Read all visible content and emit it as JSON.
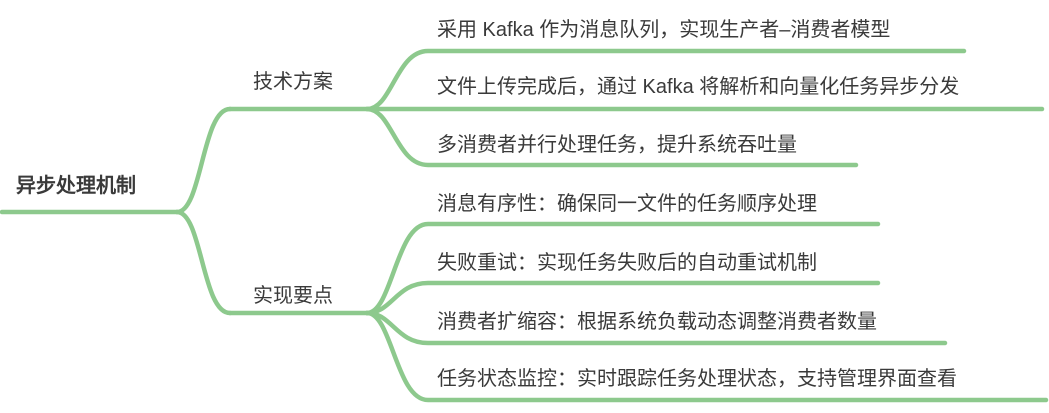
{
  "colors": {
    "line_green": "#8DC98D",
    "text_dark": "#3A3A3A",
    "background": "#FFFFFF"
  },
  "mindmap": {
    "root": {
      "label": "异步处理机制"
    },
    "branches": [
      {
        "label": "技术方案",
        "children": [
          {
            "label": "采用 Kafka 作为消息队列，实现生产者–消费者模型"
          },
          {
            "label": "文件上传完成后，通过 Kafka 将解析和向量化任务异步分发"
          },
          {
            "label": "多消费者并行处理任务，提升系统吞吐量"
          }
        ]
      },
      {
        "label": "实现要点",
        "children": [
          {
            "label": "消息有序性：确保同一文件的任务顺序处理"
          },
          {
            "label": "失败重试：实现任务失败后的自动重试机制"
          },
          {
            "label": "消费者扩缩容：根据系统负载动态调整消费者数量"
          },
          {
            "label": "任务状态监控：实时跟踪任务处理状态，支持管理界面查看"
          }
        ]
      }
    ]
  }
}
